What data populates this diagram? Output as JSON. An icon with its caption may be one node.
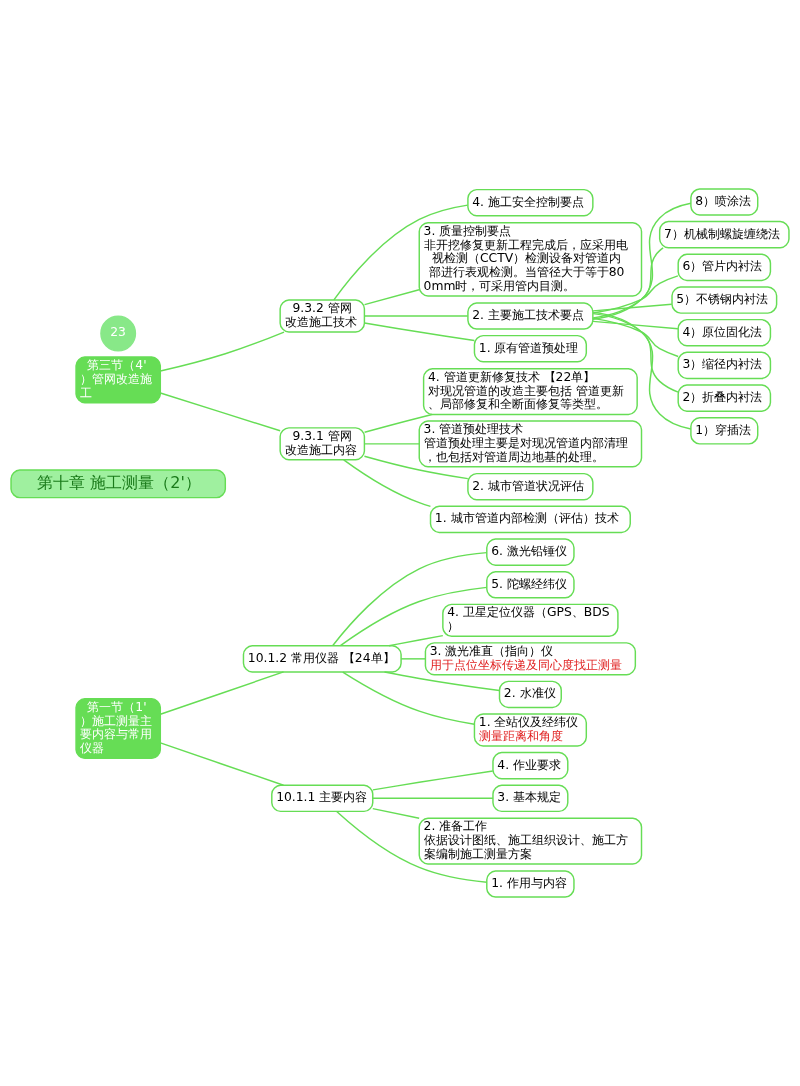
{
  "diagram": {
    "nodes": [
      {
        "text": [
          "第三节（4'）管网改造施工"
        ]
      },
      {
        "text": [
          "9.3.1 管网改造施工内容"
        ]
      },
      {
        "text": [
          "1. 城市管道内部检测（评估）技术"
        ]
      },
      {
        "text": [
          "2. 城市管道状况评估"
        ]
      },
      {
        "text": [
          "3. 管道预处理技术",
          "管道预处理主要是对现况管道内部清理，也包括对管道周边地基的处理。"
        ]
      },
      {
        "text": [
          "4. 管道更新修复技术 【22单】",
          "对现况管道的改造主要包括 管道更新、局部修复和全断面修复等类型。"
        ]
      },
      {
        "text": [
          "9.3.2 管网改造施工技术"
        ]
      },
      {
        "text": [
          "1. 原有管道预处理"
        ]
      },
      {
        "text": [
          "2. 主要施工技术要点"
        ]
      },
      {
        "text": [
          "1）穿插法"
        ]
      },
      {
        "text": [
          "2）折叠内衬法"
        ]
      },
      {
        "text": [
          "3）缩径内衬法"
        ]
      },
      {
        "text": [
          "4）原位固化法"
        ]
      },
      {
        "text": [
          "5）不锈钢内衬法"
        ]
      },
      {
        "text": [
          "6）管片内衬法"
        ]
      },
      {
        "text": [
          "7）机械制螺旋缠绕法"
        ]
      },
      {
        "text": [
          "8）喷涂法"
        ]
      },
      {
        "text": [
          "3. 质量控制要点",
          "非开挖修复更新工程完成后，应采用电视检测（CCTV）检测设备对管道内部进行表观检测。当管径大于等于800mm时，可采用管内目测。"
        ]
      },
      {
        "text": [
          "4. 施工安全控制要点"
        ]
      },
      {
        "text": [
          "第十章 施工测量（2'）"
        ]
      },
      {
        "text": [
          "第一节（1'）施工测量主要内容与常用仪器"
        ]
      },
      {
        "text": [
          "10.1.1 主要内容"
        ]
      },
      {
        "text": [
          "1. 作用与内容"
        ]
      },
      {
        "text": [
          "2. 准备工作",
          "依据设计图纸、施工组织设计、施工方案编制施工测量方案"
        ]
      },
      {
        "text": [
          "3. 基本规定"
        ]
      },
      {
        "text": [
          "4. 作业要求"
        ]
      },
      {
        "text": [
          "10.1.2 常用仪器 【24单】"
        ]
      },
      {
        "text": [
          "1. 全站仪及经纬仪",
          "测量距离和角度"
        ]
      },
      {
        "text": [
          "2. 水准仪"
        ]
      },
      {
        "text": [
          "3. 激光准直（指向）仪",
          "用于点位坐标传递及同心度找正测量"
        ]
      },
      {
        "text": [
          "4. 卫星定位仪器（GPS、BDS）"
        ]
      },
      {
        "text": [
          "5. 陀螺经纬仪"
        ]
      },
      {
        "text": [
          "6. 激光铅锤仪"
        ]
      }
    ],
    "edges": [
      {
        "from": 0,
        "to": 1,
        "arrow": "none"
      },
      {
        "from": 1,
        "to": 2,
        "arrow": "none"
      },
      {
        "from": 1,
        "to": 3,
        "arrow": "none"
      },
      {
        "from": 1,
        "to": 4,
        "arrow": "none"
      },
      {
        "from": 1,
        "to": 5,
        "arrow": "none"
      },
      {
        "from": 0,
        "to": 6,
        "arrow": "none"
      },
      {
        "from": 6,
        "to": 7,
        "arrow": "none"
      },
      {
        "from": 6,
        "to": 8,
        "arrow": "none"
      },
      {
        "from": 8,
        "to": 9,
        "arrow": "none"
      },
      {
        "from": 8,
        "to": 10,
        "arrow": "none"
      },
      {
        "from": 8,
        "to": 11,
        "arrow": "none"
      },
      {
        "from": 8,
        "to": 12,
        "arrow": "none"
      },
      {
        "from": 8,
        "to": 13,
        "arrow": "none"
      },
      {
        "from": 8,
        "to": 14,
        "arrow": "none"
      },
      {
        "from": 8,
        "to": 15,
        "arrow": "none"
      },
      {
        "from": 8,
        "to": 16,
        "arrow": "none"
      },
      {
        "from": 6,
        "to": 17,
        "arrow": "none"
      },
      {
        "from": 6,
        "to": 18,
        "arrow": "none"
      },
      {
        "from": 20,
        "to": 21,
        "arrow": "none"
      },
      {
        "from": 21,
        "to": 22,
        "arrow": "none"
      },
      {
        "from": 21,
        "to": 23,
        "arrow": "none"
      },
      {
        "from": 21,
        "to": 24,
        "arrow": "none"
      },
      {
        "from": 21,
        "to": 25,
        "arrow": "none"
      },
      {
        "from": 20,
        "to": 26,
        "arrow": "none"
      },
      {
        "from": 26,
        "to": 27,
        "arrow": "none"
      },
      {
        "from": 26,
        "to": 28,
        "arrow": "none"
      },
      {
        "from": 26,
        "to": 29,
        "arrow": "none"
      },
      {
        "from": 26,
        "to": 30,
        "arrow": "none"
      },
      {
        "from": 26,
        "to": 31,
        "arrow": "none"
      },
      {
        "from": 26,
        "to": 32,
        "arrow": "none"
      }
    ],
    "labels": [
      "23"
    ]
  }
}
